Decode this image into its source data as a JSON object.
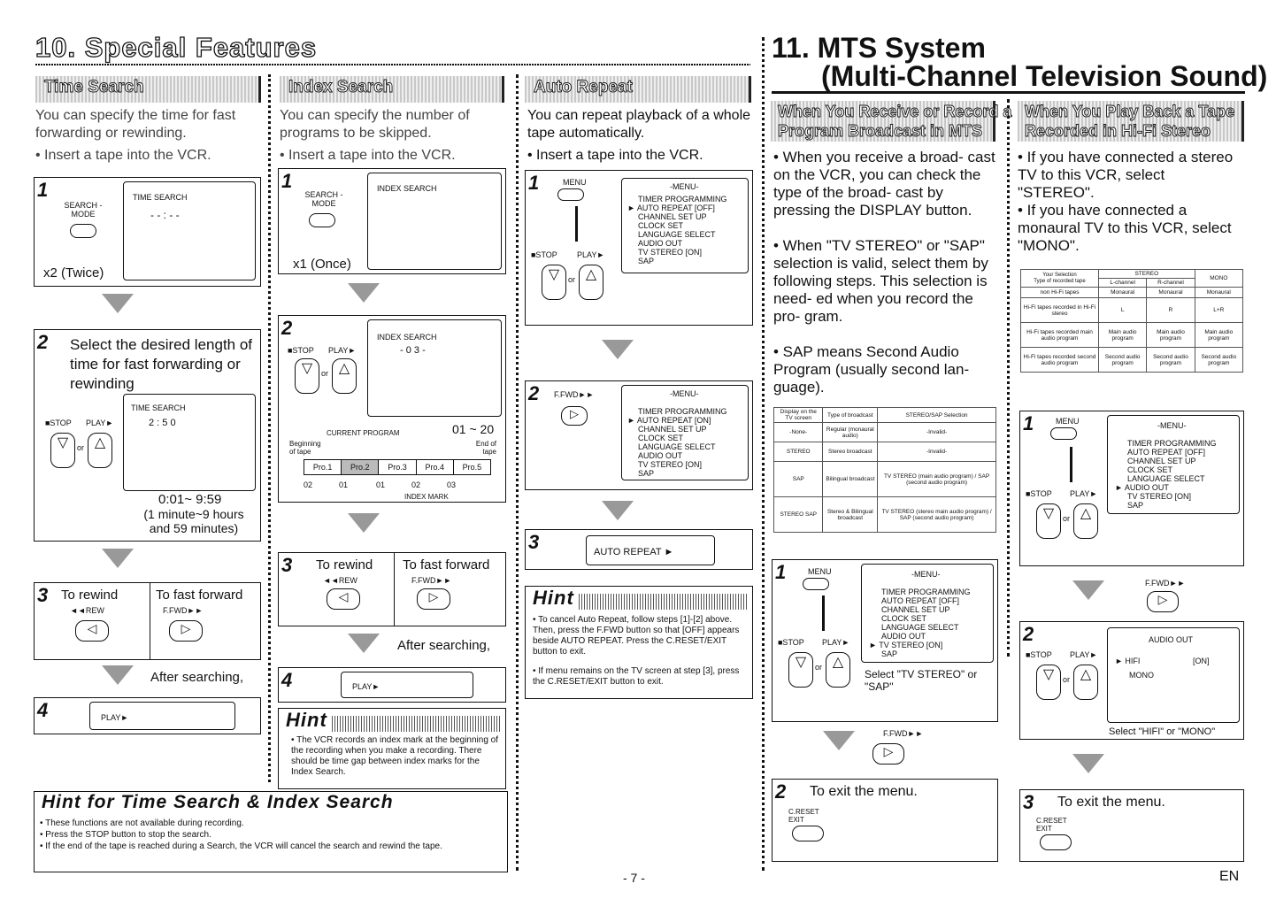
{
  "sec10": {
    "title": "10. Special Features"
  },
  "sec11": {
    "title1": "11. MTS System",
    "title2": "(Multi-Channel Television Sound)"
  },
  "time_search": {
    "header": "Time Search",
    "intro": "You can specify the time for fast forwarding or rewinding.",
    "bullet": "• Insert a tape into the VCR.",
    "s1": {
      "num": "1",
      "btn": "SEARCH -MODE",
      "screen": "TIME SEARCH",
      "times": "x2 (Twice)"
    },
    "s2": {
      "num": "2",
      "text": "Select the desired length of time for fast forwarding or rewinding",
      "screen": "TIME SEARCH",
      "value": "2 : 5 0",
      "stop": "■STOP",
      "play": "PLAY►",
      "or": "or",
      "range": "0:01~ 9:59",
      "note": "(1 minute~9 hours and 59 minutes)"
    },
    "s3": {
      "num": "3",
      "rewind": "To rewind",
      "ffwd": "To fast forward",
      "rew": "◄◄REW",
      "ff": "F.FWD►►"
    },
    "after": "After searching,",
    "s4": {
      "num": "4",
      "play": "PLAY►"
    }
  },
  "index_search": {
    "header": "Index Search",
    "intro": "You can specify the number of programs to be skipped.",
    "bullet": "• Insert a tape into the VCR.",
    "s1": {
      "num": "1",
      "btn": "SEARCH -MODE",
      "screen": "INDEX SEARCH",
      "times": "x1 (Once)"
    },
    "s2": {
      "num": "2",
      "stop": "■STOP",
      "play": "PLAY►",
      "or": "or",
      "screen": "INDEX SEARCH",
      "value": "- 0 3 -",
      "range": "01 ~ 20",
      "current": "CURRENT PROGRAM",
      "begin": "Beginning of tape",
      "end": "End of tape",
      "progs": [
        "Pro.1",
        "Pro.2",
        "Pro.3",
        "Pro.4",
        "Pro.5"
      ],
      "idx": [
        "02",
        "01",
        "01",
        "02",
        "03"
      ],
      "mark": "INDEX MARK"
    },
    "s3": {
      "num": "3",
      "rewind": "To rewind",
      "ffwd": "To fast forward",
      "rew": "◄◄REW",
      "ff": "F.FWD►►"
    },
    "after": "After searching,",
    "s4": {
      "num": "4",
      "play": "PLAY►"
    },
    "hint_title": "Hint",
    "hint": "• The VCR records an index mark at the beginning of the recording when you make a recording. There should be time gap between index marks for the Index Search."
  },
  "hint_both": {
    "title": "Hint for Time Search & Index Search",
    "lines": [
      "• These functions are not available during recording.",
      "• Press the STOP button to stop the search.",
      "• If the end of the tape is reached during a Search, the VCR will cancel the search and rewind the tape."
    ]
  },
  "auto_repeat": {
    "header": "Auto Repeat",
    "intro": "You can repeat playback of a whole tape automatically.",
    "bullet": "• Insert a tape into the VCR.",
    "s1": {
      "num": "1",
      "menu_btn": "MENU",
      "stop": "■STOP",
      "play": "PLAY►",
      "or": "or"
    },
    "s2": {
      "num": "2",
      "ff": "F.FWD►►"
    },
    "menu_a": [
      "-MENU-",
      "TIMER PROGRAMMING",
      "► AUTO REPEAT [OFF]",
      "CHANNEL SET UP",
      "CLOCK SET",
      "LANGUAGE SELECT",
      "AUDIO OUT",
      "TV STEREO [ON]",
      "SAP"
    ],
    "menu_b": [
      "-MENU-",
      "TIMER PROGRAMMING",
      "► AUTO REPEAT [ON]",
      "CHANNEL SET UP",
      "CLOCK SET",
      "LANGUAGE SELECT",
      "AUDIO OUT",
      "TV STEREO [ON]",
      "SAP"
    ],
    "s3": {
      "num": "3",
      "screen": "AUTO REPEAT ►"
    },
    "hint_title": "Hint",
    "hint1": "• To cancel Auto Repeat, follow steps [1]-[2] above. Then, press the F.FWD button so that [OFF] appears beside AUTO REPEAT. Press the C.RESET/EXIT button to exit.",
    "hint2": "• If menu remains on the TV screen at step [3], press the C.RESET/EXIT button to exit."
  },
  "mts_rec": {
    "header1": "When You Receive or Record a",
    "header2": "Program Broadcast in MTS",
    "b1": "• When you receive a broad- cast on the VCR, you can check the type of the broad- cast by pressing the DISPLAY button.",
    "b2": "• When \"TV STEREO\" or \"SAP\" selection is valid, select them by following steps. This selection is need- ed when you record the pro- gram.",
    "b3": "• SAP means Second Audio Program (usually second lan- guage).",
    "table": {
      "head": [
        "Display on the TV screen",
        "Type of broadcast",
        "STEREO/SAP Selection"
      ],
      "rows": [
        [
          "-None-",
          "Regular (monaural audio)",
          "-Invalid-"
        ],
        [
          "STEREO",
          "Stereo broadcast",
          "-Invalid-"
        ],
        [
          "SAP",
          "Bilingual broadcast",
          "TV STEREO (main audio program) / SAP (second audio program)"
        ],
        [
          "STEREO SAP",
          "Stereo & Bilingual broadcast",
          "TV STEREO (stereo main audio program) / SAP (second audio program)"
        ]
      ]
    },
    "s1": {
      "num": "1",
      "menu_btn": "MENU",
      "stop": "■STOP",
      "play": "PLAY►",
      "or": "or",
      "select": "Select \"TV STEREO\" or \"SAP\""
    },
    "menu": [
      "-MENU-",
      "TIMER PROGRAMMING",
      "AUTO REPEAT [OFF]",
      "CHANNEL SET UP",
      "CLOCK SET",
      "LANGUAGE SELECT",
      "AUDIO OUT",
      "► TV STEREO [ON]",
      "SAP"
    ],
    "ff": "F.FWD►►",
    "s2": {
      "num": "2",
      "text": "To exit the menu.",
      "btn": "C.RESET EXIT"
    }
  },
  "mts_play": {
    "header1": "When You Play Back a Tape",
    "header2": "Recorded in Hi-Fi Stereo",
    "b1": "• If you have connected a stereo TV to this VCR, select \"STEREO\".",
    "b2": "• If you have connected a monaural TV to this VCR, select \"MONO\".",
    "table": {
      "sel": "Your Selection",
      "type": "Type of recorded tape",
      "stereo": "STEREO",
      "mono": "MONO",
      "lch": "L-channel",
      "rch": "R-channel",
      "rows": [
        [
          "non Hi-Fi tapes",
          "Monaural",
          "Monaural",
          "Monaural"
        ],
        [
          "Hi-Fi tapes recorded in Hi-Fi stereo",
          "L",
          "R",
          "L+R"
        ],
        [
          "Hi-Fi tapes recorded main audio program",
          "Main audio program",
          "Main audio program",
          "Main audio program"
        ],
        [
          "Hi-Fi tapes recorded second audio program",
          "Second audio program",
          "Second audio program",
          "Second audio program"
        ]
      ]
    },
    "s1": {
      "num": "1",
      "menu_btn": "MENU",
      "stop": "■STOP",
      "play": "PLAY►",
      "or": "or"
    },
    "menu": [
      "-MENU-",
      "TIMER PROGRAMMING",
      "AUTO REPEAT [OFF]",
      "CHANNEL SET UP",
      "CLOCK SET",
      "LANGUAGE SELECT",
      "► AUDIO OUT",
      "TV STEREO [ON]",
      "SAP"
    ],
    "ff": "F.FWD►►",
    "s2": {
      "num": "2",
      "stop": "■STOP",
      "play": "PLAY►",
      "or": "or",
      "screen": "AUDIO OUT",
      "hifi": "► HIFI",
      "on": "[ON]",
      "mono": "MONO",
      "select": "Select \"HIFI\" or \"MONO\""
    },
    "s3": {
      "num": "3",
      "text": "To exit the menu.",
      "btn": "C.RESET EXIT"
    }
  },
  "footer": {
    "page": "- 7 -",
    "lang": "EN"
  }
}
